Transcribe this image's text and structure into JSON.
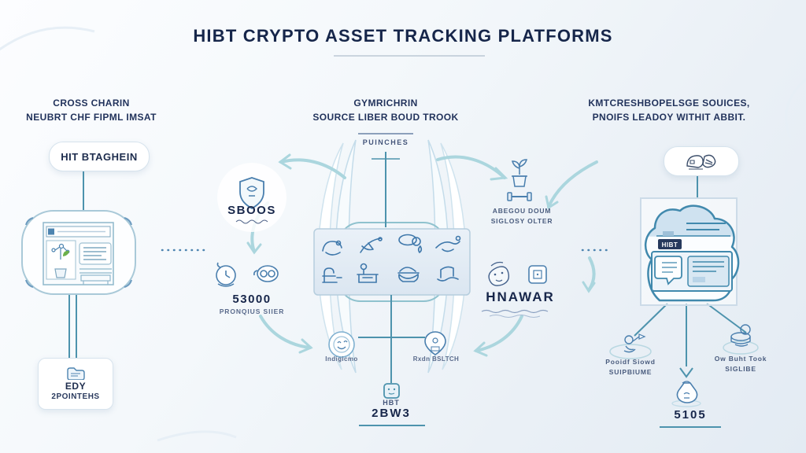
{
  "title": "HIBT CRYPTO ASSET TRACKING PLATFORMS",
  "sections": {
    "left": {
      "heading": [
        "CROSS CHARIN",
        "NEUBRT CHF FIPML IMSAT"
      ],
      "pill_label": "HIT BTAGHEIN",
      "card": {
        "title": "EDY",
        "subtitle": "2POINTEHS"
      }
    },
    "center": {
      "heading": [
        "GYMRICHRIN",
        "SOURCE LIBER BOUD TROOK"
      ],
      "top_label": "PUINCHES",
      "shield_label": "SBOOS",
      "stat_value": "53000",
      "stat_label": "PRONQIUS SIIER",
      "growth": [
        "ABEGOU DOUM",
        "SIGLOSY OLTER"
      ],
      "hardware_label": "HNAWAR",
      "coin_label": "Indigicmo",
      "pin_label": "Rxdn BSLTCH",
      "bottom_title": "HBT",
      "bottom_value": "2BW3"
    },
    "right": {
      "heading": [
        "KMTCRESHBOPELSGE SOUICES,",
        "PNOIFS LEADOY WITHIT ABBIT."
      ],
      "cloud_tab": "HIBT",
      "stat_left": [
        "Pooidf Siowd",
        "SUIPBIUME"
      ],
      "stat_right": [
        "Ow Buht Took",
        "SIGLIBE"
      ],
      "bottom_value": "5105"
    }
  },
  "colors": {
    "navy": "#1b2a4e",
    "teal_line": "#4d93ad",
    "sketch_blue": "#4a7fae",
    "light_teal_arrow": "#abd6de",
    "fill_blue": "#d8e6f1",
    "background": "#eef3f8"
  },
  "icons": [
    "shield-icon",
    "clock-doodle-icon",
    "goggles-doodle-icon",
    "sprout-pot-icon",
    "dumbbell-icon",
    "face-doodle-icon",
    "chip-icon",
    "coin-face-icon",
    "map-pin-icon",
    "cube-icon",
    "folder-icon",
    "monitor-illustration",
    "cloud-dashboard-illustration",
    "sketch-doodle",
    "person-doodle-icon",
    "coins-doodle-icon",
    "money-bag-icon",
    "down-arrow-icon"
  ]
}
